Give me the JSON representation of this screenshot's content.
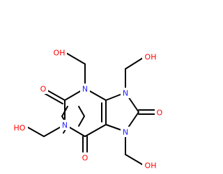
{
  "molecule": {
    "atoms": {
      "N3": {
        "symbol": "N",
        "color": "#2323ff"
      },
      "N1": {
        "symbol": "N",
        "color": "#2323ff"
      },
      "N9": {
        "symbol": "N",
        "color": "#2323ff"
      },
      "N7": {
        "symbol": "N",
        "color": "#2323ff"
      },
      "O2": {
        "symbol": "O",
        "color": "#ff0000"
      },
      "O6": {
        "symbol": "O",
        "color": "#ff0000"
      },
      "O8": {
        "symbol": "O",
        "color": "#ff0000"
      },
      "OH3": {
        "symbol": "OH",
        "color": "#ff0000"
      },
      "OH1": {
        "symbol": "HO",
        "color": "#ff0000"
      },
      "OH9": {
        "symbol": "OH",
        "color": "#ff0000"
      },
      "OH7": {
        "symbol": "OH",
        "color": "#ff0000"
      }
    },
    "bond_color": "#000000"
  }
}
